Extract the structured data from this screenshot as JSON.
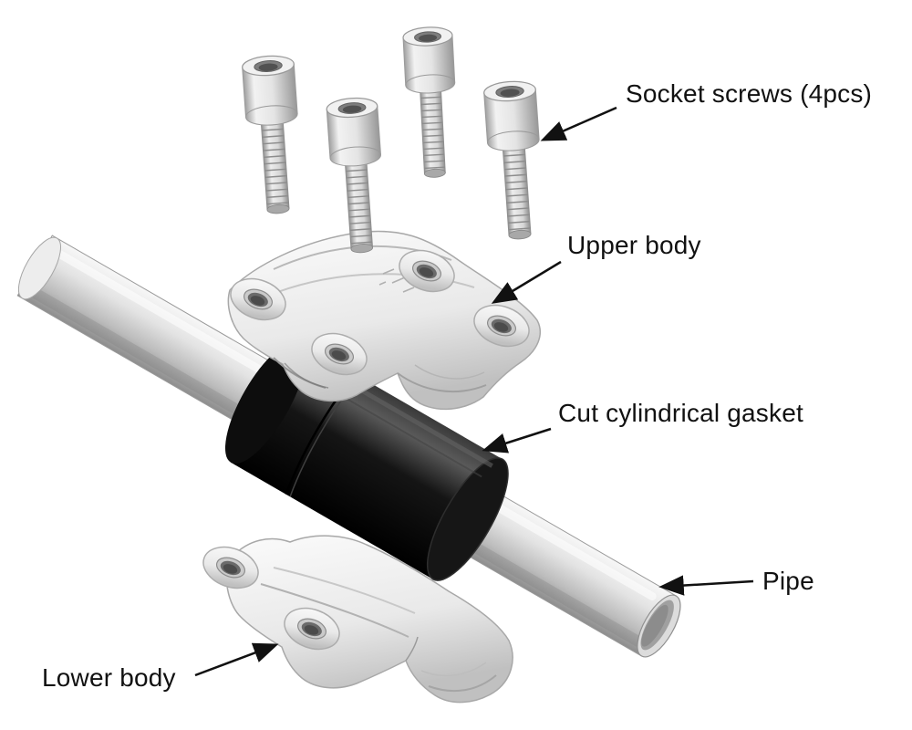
{
  "figure": {
    "type": "exploded-assembly-diagram",
    "labels": {
      "socket_screws": "Socket screws (4pcs)",
      "upper_body": "Upper body",
      "gasket": "Cut cylindrical gasket",
      "pipe": "Pipe",
      "lower_body": "Lower body"
    },
    "colors": {
      "text": "#111111",
      "arrow": "#111111",
      "background": "#ffffff",
      "metal_light": "#f4f4f4",
      "metal_mid": "#d9d9d9",
      "metal_dark": "#8e8e8e",
      "gasket_dark": "#0a0a0a"
    }
  }
}
